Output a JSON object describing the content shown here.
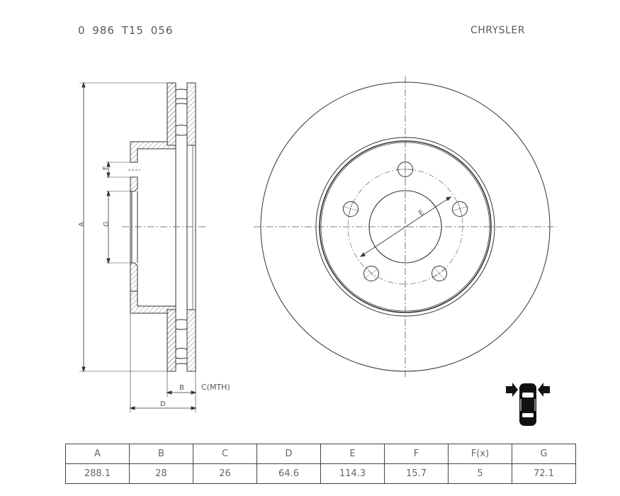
{
  "header": {
    "part_number": "0 986 T15 056",
    "brand": "CHRYSLER"
  },
  "drawing": {
    "section_view": {
      "labels": {
        "A": "A",
        "B": "B",
        "C": "C(MTH)",
        "D": "D",
        "F": "F",
        "G": "G"
      }
    },
    "front_view": {
      "bolt_holes": 5,
      "labels": {
        "E": "E"
      }
    },
    "mount_position_icon": "car-front-axle-icon"
  },
  "spec_table": {
    "headers": [
      "A",
      "B",
      "C",
      "D",
      "E",
      "F",
      "F(x)",
      "G"
    ],
    "values": [
      "288.1",
      "28",
      "26",
      "64.6",
      "114.3",
      "15.7",
      "5",
      "72.1"
    ]
  }
}
